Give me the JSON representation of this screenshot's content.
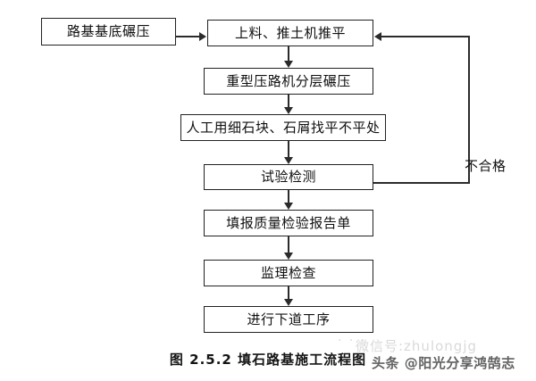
{
  "diagram": {
    "title": "填石路基施工流程图",
    "caption": "图 2.5.2  填石路基施工流程图",
    "nodes": [
      {
        "id": "roadbed",
        "label": "路基基底碾压"
      },
      {
        "id": "feed",
        "label": "上料、推土机推平"
      },
      {
        "id": "roller",
        "label": "重型压路机分层碾压"
      },
      {
        "id": "manual",
        "label": "人工用细石块、石屑找平不平处"
      },
      {
        "id": "test",
        "label": "试验检测"
      },
      {
        "id": "report",
        "label": "填报质量检验报告单"
      },
      {
        "id": "supervision",
        "label": "监理检查"
      },
      {
        "id": "next",
        "label": "进行下道工序"
      }
    ],
    "edge_labels": {
      "fail": "不合格"
    },
    "colors": {
      "stroke": "#2b2b2b",
      "box_border": "#222222",
      "box_fill": "#ffffff",
      "text": "#111111",
      "background": "#ffffff"
    }
  },
  "watermark": {
    "wechat": "微信号:zhulongjg",
    "dots": "· · ·",
    "toutiao": "头条 @阳光分享鸿鹄志"
  }
}
